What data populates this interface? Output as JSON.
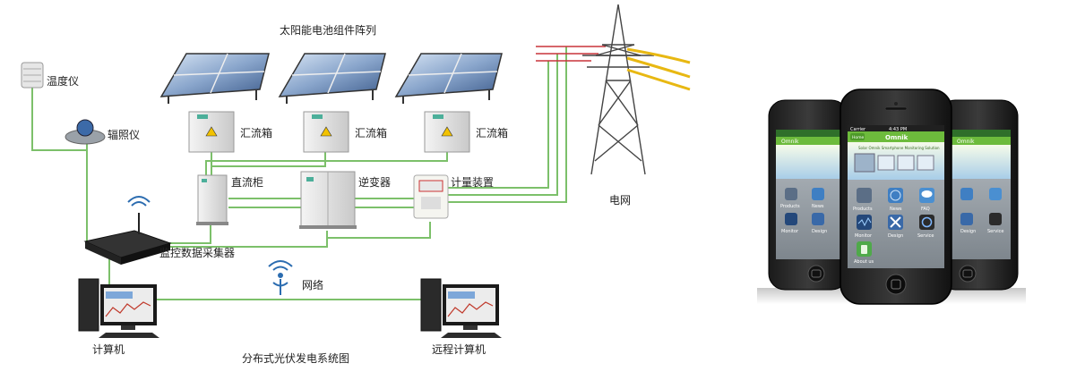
{
  "diagram": {
    "title": "分布式光伏发电系统图",
    "array_title": "太阳能电池组件阵列",
    "labels": {
      "temperature": "温度仪",
      "irradiance": "辐照仪",
      "combiner_1": "汇流箱",
      "combiner_2": "汇流箱",
      "combiner_3": "汇流箱",
      "dc_cabinet": "直流柜",
      "inverter": "逆变器",
      "meter": "计量装置",
      "grid": "电网",
      "collector": "监控数据采集器",
      "network": "网络",
      "computer": "计算机",
      "remote_computer": "远程计算机"
    },
    "colors": {
      "wire": "#7cc06a",
      "grid_wire": "#c8343a",
      "power_line": "#e8b812"
    }
  },
  "phones": {
    "app_name": "Omnik",
    "carrier": "Carrier",
    "time": "4:43 PM",
    "back_label": "Home",
    "banner_text": "Solar Omnik Smartphone Monitoring Solution",
    "menu_center": [
      {
        "label": "Products",
        "icon": "products-icon"
      },
      {
        "label": "News",
        "icon": "globe-icon"
      },
      {
        "label": "FAQ",
        "icon": "faq-icon"
      },
      {
        "label": "Monitor",
        "icon": "monitor-icon"
      },
      {
        "label": "Design",
        "icon": "tools-icon"
      },
      {
        "label": "Service",
        "icon": "service-icon"
      },
      {
        "label": "About us",
        "icon": "about-icon"
      }
    ],
    "menu_side": [
      {
        "label": "Products"
      },
      {
        "label": "News"
      },
      {
        "label": "Monitor"
      },
      {
        "label": "Design"
      }
    ]
  }
}
